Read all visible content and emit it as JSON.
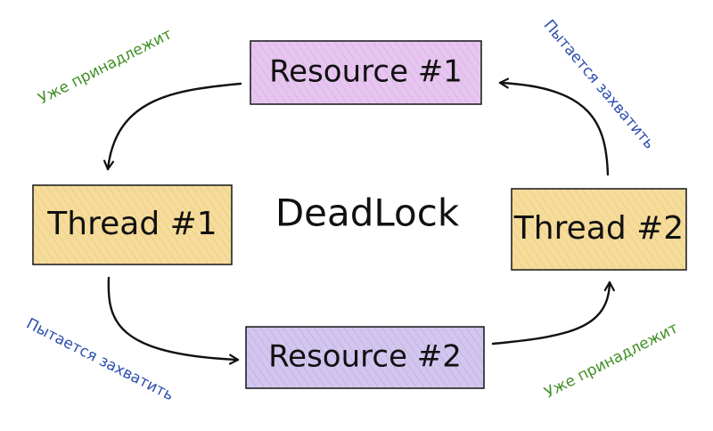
{
  "diagram": {
    "title": "DeadLock",
    "nodes": {
      "resource1": {
        "label": "Resource #1",
        "color": "#e6c6ef"
      },
      "resource2": {
        "label": "Resource #2",
        "color": "#d3c6ee"
      },
      "thread1": {
        "label": "Thread #1",
        "color": "#f5dc9c"
      },
      "thread2": {
        "label": "Thread #2",
        "color": "#f5dc9c"
      }
    },
    "edges": [
      {
        "from": "resource1",
        "to": "thread1",
        "label": "Уже принадлежит",
        "relation": "owned-by",
        "color": "#3f8f24"
      },
      {
        "from": "thread1",
        "to": "resource2",
        "label": "Пытается захватить",
        "relation": "tries-to-acquire",
        "color": "#2f4fb0"
      },
      {
        "from": "resource2",
        "to": "thread2",
        "label": "Уже принадлежит",
        "relation": "owned-by",
        "color": "#3f8f24"
      },
      {
        "from": "thread2",
        "to": "resource1",
        "label": "Пытается захватить",
        "relation": "tries-to-acquire",
        "color": "#2f4fb0"
      }
    ]
  }
}
